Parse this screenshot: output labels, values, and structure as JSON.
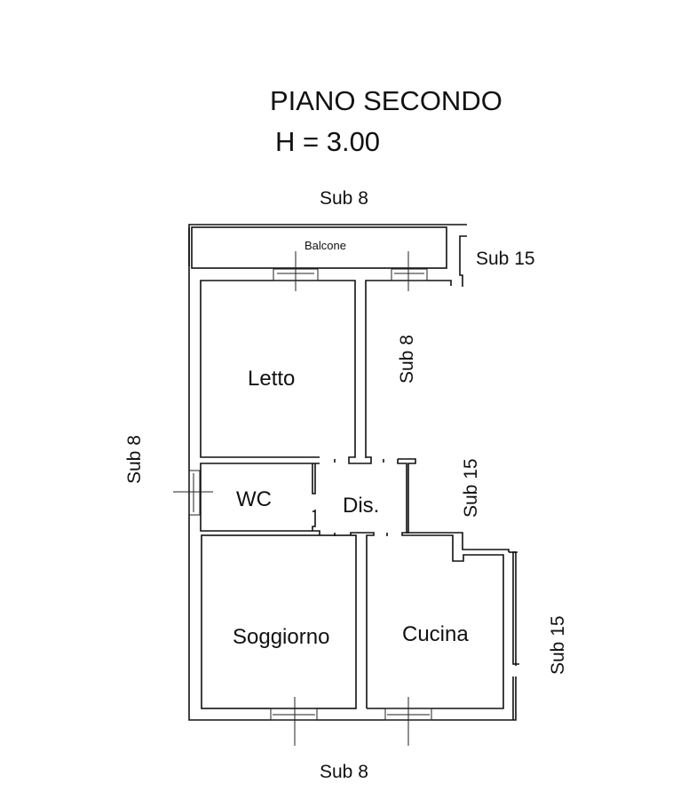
{
  "title": "PIANO SECONDO",
  "height_label": "H = 3.00",
  "rooms": {
    "balcony": "Balcone",
    "bedroom": "Letto",
    "bathroom": "WC",
    "hallway": "Dis.",
    "living": "Soggiorno",
    "kitchen": "Cucina"
  },
  "neighbors": {
    "top": "Sub 8",
    "top_right": "Sub 15",
    "inner_right": "Sub 8",
    "left": "Sub 8",
    "middle_right": "Sub 15",
    "bottom_right": "Sub 15",
    "bottom": "Sub 8"
  }
}
